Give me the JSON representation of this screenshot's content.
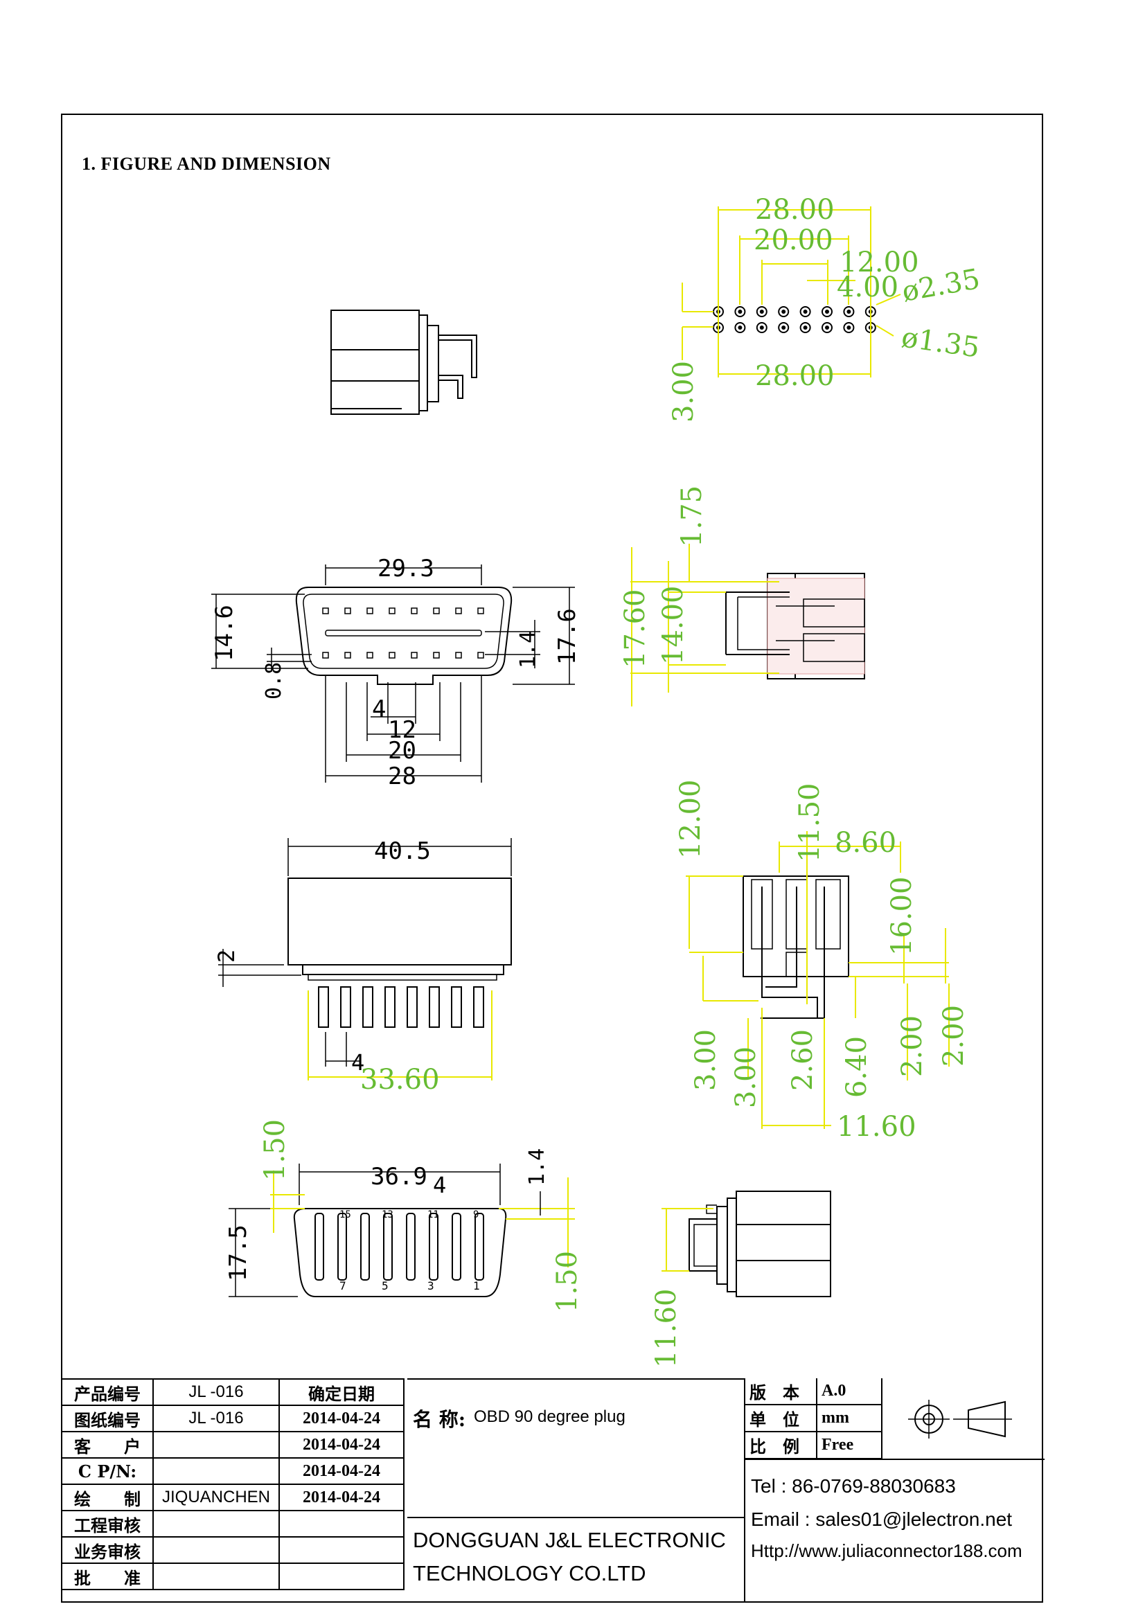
{
  "section_title": "1. FIGURE AND DIMENSION",
  "dimensions": {
    "top_pin_view": {
      "d1": "28.00",
      "d2": "20.00",
      "d3": "12.00",
      "d4": "4.00",
      "hole_large": "ø2.35",
      "hole_small": "ø1.35",
      "bottom": "28.00",
      "row_pitch": "3.00"
    },
    "side_view_right": {
      "a": "1.75",
      "b": "17.60",
      "c": "14.00"
    },
    "front_view": {
      "width": "29.3",
      "height_left": "14.6",
      "height_right": "17.6",
      "row_gap": "1.4",
      "slot": "0.8",
      "p4": "4",
      "p12": "12",
      "p20": "20",
      "p28": "28"
    },
    "bottom_view": {
      "length": "40.5",
      "flange": "2",
      "pitch": "4",
      "span": "33.60"
    },
    "section_view": {
      "top_left": "12.00",
      "top_mid": "11.50",
      "top_right": "8.60",
      "height": "16.00",
      "l1": "3.00",
      "l2": "3.00",
      "l3": "2.60",
      "l4": "6.40",
      "l5": "2.00",
      "l6": "2.00",
      "bottom": "11.60"
    },
    "rear_view": {
      "width": "36.9",
      "pitch": "4",
      "edge": "1.4",
      "top": "1.50",
      "bottom": "1.50",
      "height": "17.5",
      "pin_labels_bottom": [
        "7",
        "5",
        "3",
        "1"
      ],
      "pin_labels_top": [
        "15",
        "13",
        "11",
        "9"
      ]
    },
    "small_side_view": {
      "height": "11.60"
    }
  },
  "title_block": {
    "rows": [
      {
        "label": "产品编号",
        "value": "JL -016",
        "date": "确定日期"
      },
      {
        "label": "图纸编号",
        "value": "JL -016",
        "date": "2014-04-24"
      },
      {
        "label": "客　　户",
        "value": "",
        "date": "2014-04-24"
      },
      {
        "label": "C P/N:",
        "value": "",
        "date": "2014-04-24"
      },
      {
        "label": "绘　　制",
        "value": "JIQUANCHEN",
        "date": "2014-04-24"
      },
      {
        "label": "工程审核",
        "value": "",
        "date": ""
      },
      {
        "label": "业务审核",
        "value": "",
        "date": ""
      },
      {
        "label": "批　　准",
        "value": "",
        "date": ""
      }
    ],
    "name_label": "名 称:",
    "name_value": "OBD 90 degree plug",
    "company_line1": "DONGGUAN J&L ELECTRONIC",
    "company_line2": "TECHNOLOGY CO.LTD",
    "spec": [
      {
        "label": "版　本",
        "value": "A.0"
      },
      {
        "label": "单　位",
        "value": "mm"
      },
      {
        "label": "比　例",
        "value": "Free"
      }
    ],
    "tel": "Tel : 86-0769-88030683",
    "email": "Email : sales01@jlelectron.net",
    "web": "Http://www.juliaconnector188.com"
  },
  "colors": {
    "dimension_green": "#66bb33",
    "dimension_yellow": "#e8e800",
    "line": "#000000"
  }
}
